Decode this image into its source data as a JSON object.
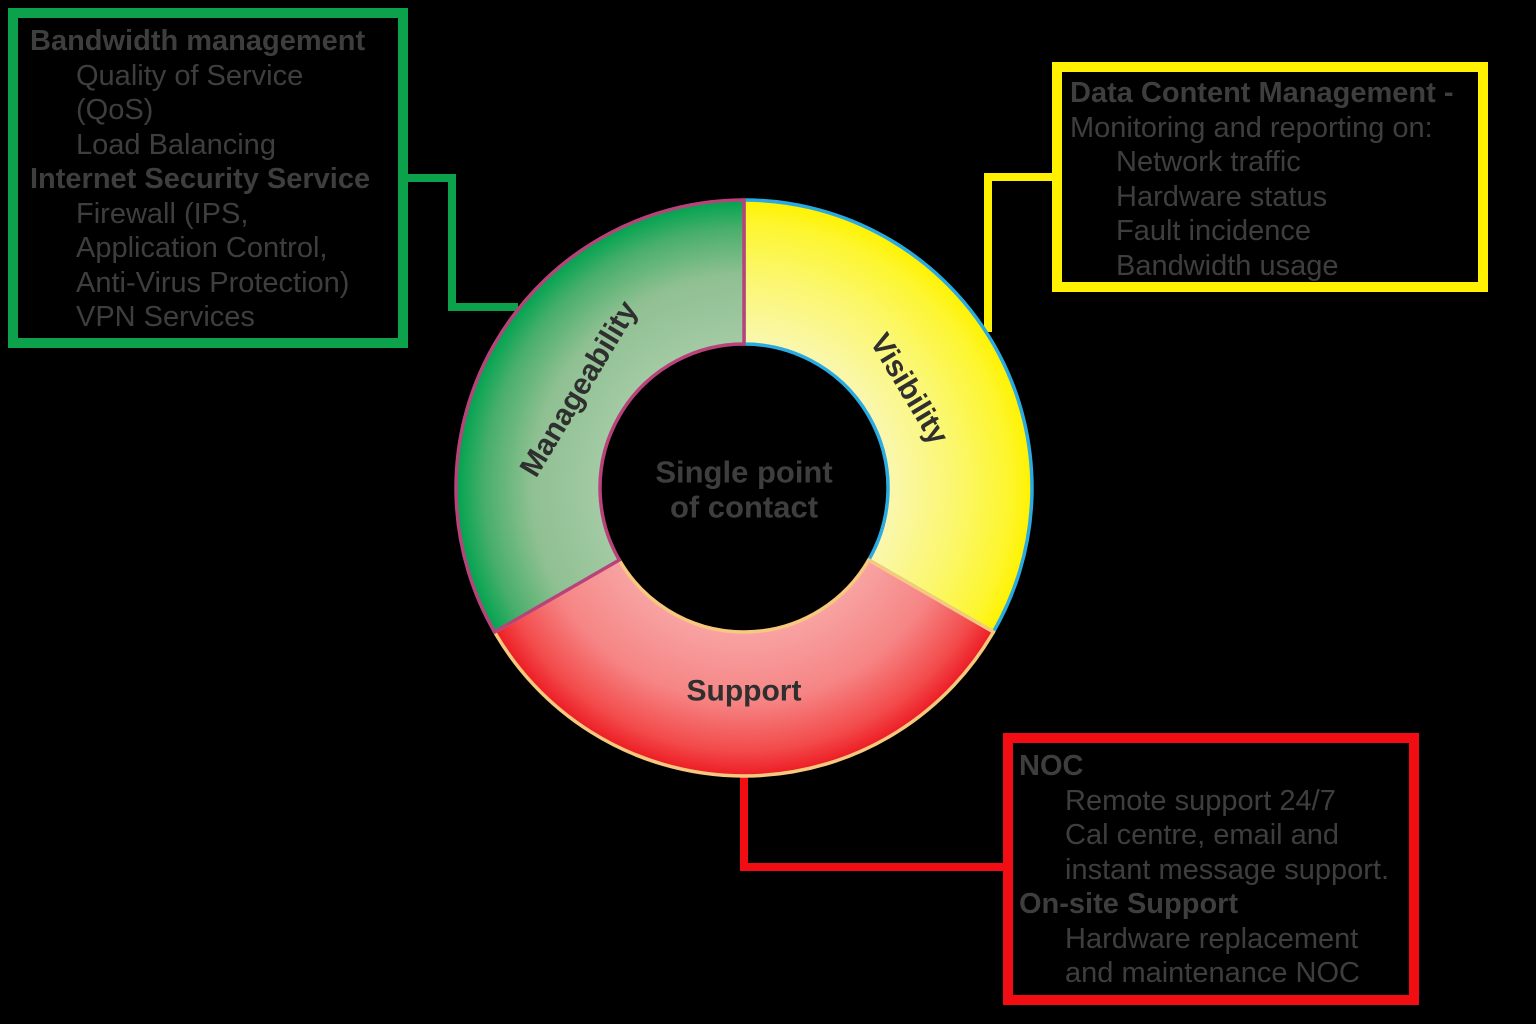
{
  "background_color": "#000000",
  "chart_data": {
    "type": "donut",
    "title": "",
    "center_text": [
      "Single point",
      "of contact"
    ],
    "segments": [
      {
        "label": "Manageability",
        "value": 33.33,
        "fill_inner": "#a3caa4",
        "fill_outer": "#00a350",
        "outline_color": "#b8437a"
      },
      {
        "label": "Visibility",
        "value": 33.33,
        "fill_inner": "#faf7b0",
        "fill_outer": "#fff200",
        "outline_color": "#29abe2"
      },
      {
        "label": "Support",
        "value": 33.33,
        "fill_inner": "#f8a3a3",
        "fill_outer": "#ec1c24",
        "outline_color": "#f8c87e"
      }
    ],
    "legend_position": "none",
    "grid": false
  },
  "donut": {
    "center_line1": "Single point",
    "center_line2": "of contact",
    "label_manageability": "Manageability",
    "label_visibility": "Visibility",
    "label_support": "Support"
  },
  "callouts": {
    "bandwidth": {
      "border_color": "#0ca24c",
      "lines": [
        {
          "text": "Bandwidth management",
          "style": "heading"
        },
        {
          "text": "Quality of Service",
          "style": "item"
        },
        {
          "text": "(QoS)",
          "style": "item"
        },
        {
          "text": "Load Balancing",
          "style": "item"
        },
        {
          "text": "Internet Security Service",
          "style": "heading"
        },
        {
          "text": "Firewall (IPS,",
          "style": "item"
        },
        {
          "text": "Application Control,",
          "style": "item"
        },
        {
          "text": "Anti-Virus Protection)",
          "style": "item"
        },
        {
          "text": "VPN Services",
          "style": "item"
        }
      ]
    },
    "monitoring": {
      "border_color": "#fff100",
      "lines": [
        {
          "text": "Data Content Management -",
          "style": "heading"
        },
        {
          "text": "Monitoring and reporting on:",
          "style": "plain"
        },
        {
          "text": "Network traffic",
          "style": "item"
        },
        {
          "text": "Hardware status",
          "style": "item"
        },
        {
          "text": "Fault incidence",
          "style": "item"
        },
        {
          "text": "Bandwidth usage",
          "style": "item"
        }
      ]
    },
    "noc": {
      "border_color": "#f20d13",
      "lines": [
        {
          "text": "NOC",
          "style": "heading"
        },
        {
          "text": "Remote support 24/7",
          "style": "item"
        },
        {
          "text": "Cal centre, email and",
          "style": "item"
        },
        {
          "text": "instant message support.",
          "style": "item"
        },
        {
          "text": "On-site Support",
          "style": "heading"
        },
        {
          "text": "Hardware replacement",
          "style": "item"
        },
        {
          "text": "and maintenance NOC",
          "style": "item"
        }
      ]
    }
  },
  "connector_colors": {
    "manageability": "#0ca24c",
    "visibility": "#fff100",
    "support": "#f20d13"
  },
  "text_color": "#3e3e3e"
}
